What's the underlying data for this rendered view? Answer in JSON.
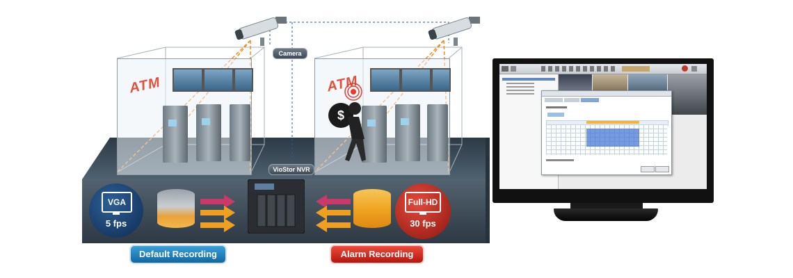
{
  "labels": {
    "camera": "Camera",
    "viostor": "VioStor NVR",
    "atm_left": "ATM",
    "atm_right": "ATM",
    "vga": "VGA",
    "fps_low": "5 fps",
    "fullhd": "Full-HD",
    "fps_high": "30 fps",
    "default_recording": "Default Recording",
    "alarm_recording": "Alarm Recording"
  },
  "colors": {
    "default_recording": "#1f7fb9",
    "alarm_recording": "#d9241c",
    "vga_bubble": "#143a66",
    "fullhd_bubble": "#b3221b",
    "atm_text": "#e0503a",
    "monitor": "#111111"
  },
  "icons": {
    "camera_left": "security-camera-icon",
    "camera_right": "security-camera-icon",
    "nvr": "nvr-device-icon",
    "db_left": "database-icon",
    "db_right": "database-icon",
    "monitor_vga": "monitor-icon",
    "monitor_hd": "monitor-icon",
    "alarm": "alarm-light-icon",
    "thief": "thief-icon"
  }
}
